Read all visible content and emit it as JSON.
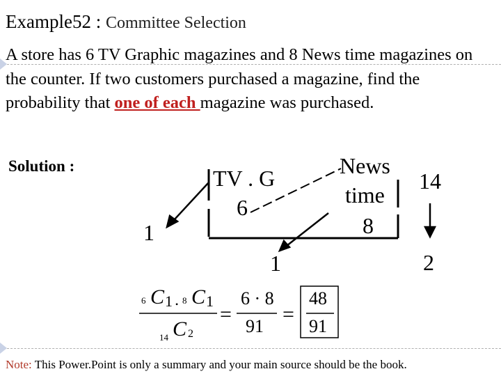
{
  "title": {
    "main": "Example52 : ",
    "sub": "Committee Selection"
  },
  "problem": {
    "before": "A store has 6 TV Graphic magazines and 8 News time magazines on the counter. If two customers purchased a magazine, find the probability that ",
    "highlight": "one of each ",
    "after": "magazine was purchased."
  },
  "solution_label": "Solution :",
  "diagram": {
    "tv_label": "TV . G",
    "tv_count": "6",
    "news_label_1": "News",
    "news_label_2": "time",
    "news_count": "8",
    "total": "14",
    "choose_total": "2",
    "choose_tv": "1",
    "choose_news": "1"
  },
  "formula": {
    "n1": "6",
    "k1": "1",
    "n2": "8",
    "k2": "1",
    "n3": "14",
    "k3": "2",
    "mid_num": "6 · 8",
    "mid_den": "91",
    "res_num": "48",
    "res_den": "91"
  },
  "note": {
    "label": "Note:",
    "text": " This Power.Point is only a summary and your main source should be the book."
  }
}
